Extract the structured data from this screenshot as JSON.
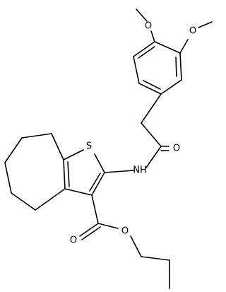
{
  "molecule": {
    "atoms": {
      "S1": "S",
      "N1": "NH",
      "O_amide": "O",
      "O_ester_carbonyl": "O",
      "O_ester_link": "O",
      "O_methoxy_3": "O",
      "O_methoxy_4": "O"
    }
  }
}
